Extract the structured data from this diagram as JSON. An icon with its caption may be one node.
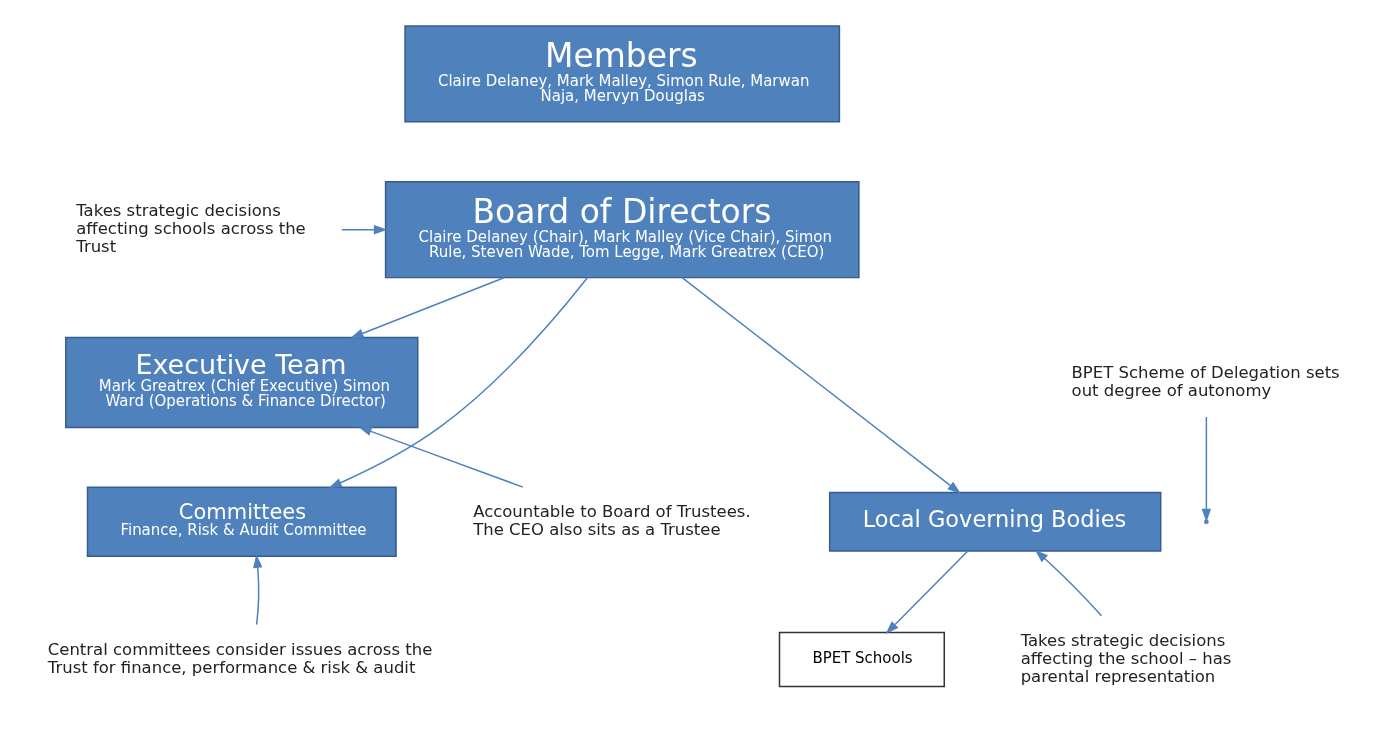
{
  "diagram": {
    "nodes": [
      {
        "text": [
          "Members",
          "Claire Delaney, Mark Malley, Simon Rule, Marwan Naja, Mervyn Douglas"
        ]
      },
      {
        "text": [
          "Board of Directors",
          "Claire Delaney (Chair), Mark Malley (Vice Chair), Simon Rule, Steven Wade, Tom Legge, Mark Greatrex (CEO)"
        ]
      },
      {
        "text": [
          "Executive Team",
          "Mark Greatrex (Chief Executive) Simon Ward (Operations & Finance Director)"
        ]
      },
      {
        "text": [
          "Committees",
          "Finance, Risk & Audit Committee"
        ]
      },
      {
        "text": [
          "Local Governing Bodies"
        ]
      },
      {
        "text": [
          "BPET Schools"
        ]
      },
      {
        "text": [
          "Takes strategic decisions affecting schools across the Trust"
        ]
      },
      {
        "text": [
          "BPET Scheme of Delegation sets out degree of autonomy"
        ]
      },
      {
        "text": [
          "Accountable to Board of Trustees. The CEO also sits as a Trustee"
        ]
      },
      {
        "text": [
          "Central committees consider issues across the Trust for finance, performance & risk & audit"
        ]
      },
      {
        "text": [
          "Takes strategic decisions affecting the school – has parental representation"
        ]
      }
    ],
    "edges": [
      {
        "from": 1,
        "to": 2,
        "arrow": "to"
      },
      {
        "from": 1,
        "to": 3,
        "arrow": "to"
      },
      {
        "from": 1,
        "to": 4,
        "arrow": "to"
      },
      {
        "from": 4,
        "to": 5,
        "arrow": "to"
      },
      {
        "from": 6,
        "to": 1,
        "arrow": "to"
      },
      {
        "from": 7,
        "to": null,
        "arrow": "to"
      },
      {
        "from": 8,
        "to": 2,
        "arrow": "to"
      },
      {
        "from": 9,
        "to": 3,
        "arrow": "to"
      },
      {
        "from": 10,
        "to": 4,
        "arrow": "to"
      }
    ]
  }
}
